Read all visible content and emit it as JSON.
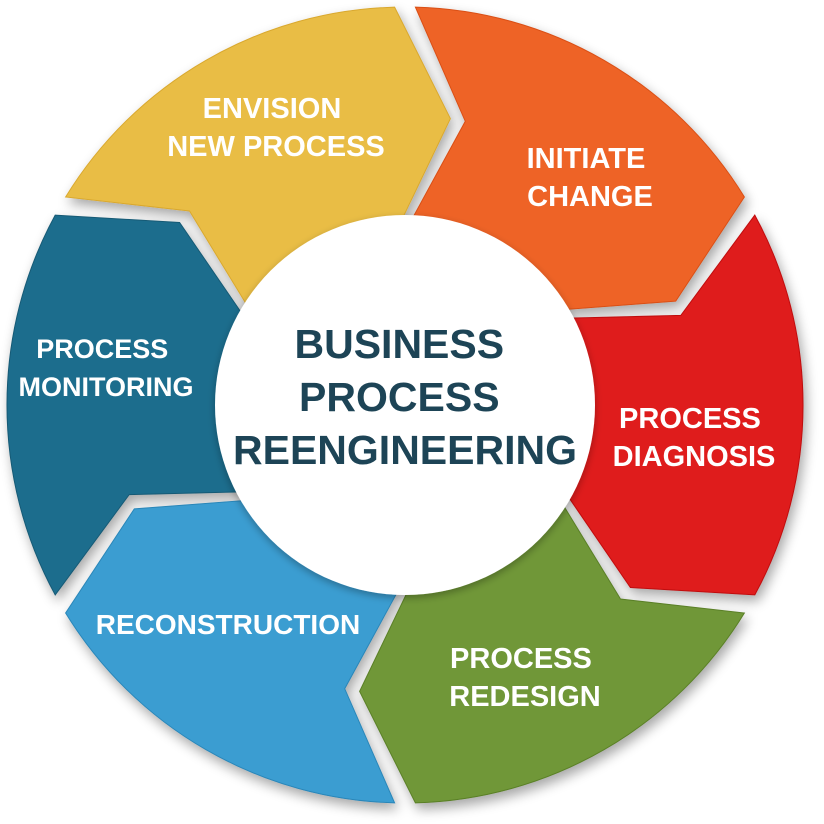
{
  "title_lines": [
    "BUSINESS",
    "PROCESS",
    "REENGINEERING"
  ],
  "colors": {
    "title": "#1d4456",
    "center_fill": "#ffffff",
    "label_text": "#ffffff"
  },
  "segments": [
    {
      "id": "envision",
      "lines": [
        "ENVISION",
        "NEW PROCESS"
      ],
      "color": "#e9bd45",
      "shade": "#d9a82f"
    },
    {
      "id": "initiate",
      "lines": [
        "INITIATE",
        "CHANGE"
      ],
      "color": "#ee6425",
      "shade": "#d94f16"
    },
    {
      "id": "diagnosis",
      "lines": [
        "PROCESS",
        "DIAGNOSIS"
      ],
      "color": "#df1b1b",
      "shade": "#bf0d10"
    },
    {
      "id": "redesign",
      "lines": [
        "PROCESS",
        "REDESIGN"
      ],
      "color": "#6f9737",
      "shade": "#5a7f28"
    },
    {
      "id": "reconstruction",
      "lines": [
        "RECONSTRUCTION"
      ],
      "color": "#3a9dd1",
      "shade": "#2b86b8"
    },
    {
      "id": "monitoring",
      "lines": [
        "PROCESS",
        "MONITORING"
      ],
      "color": "#1f6d8d",
      "shade": "#165a75"
    }
  ]
}
